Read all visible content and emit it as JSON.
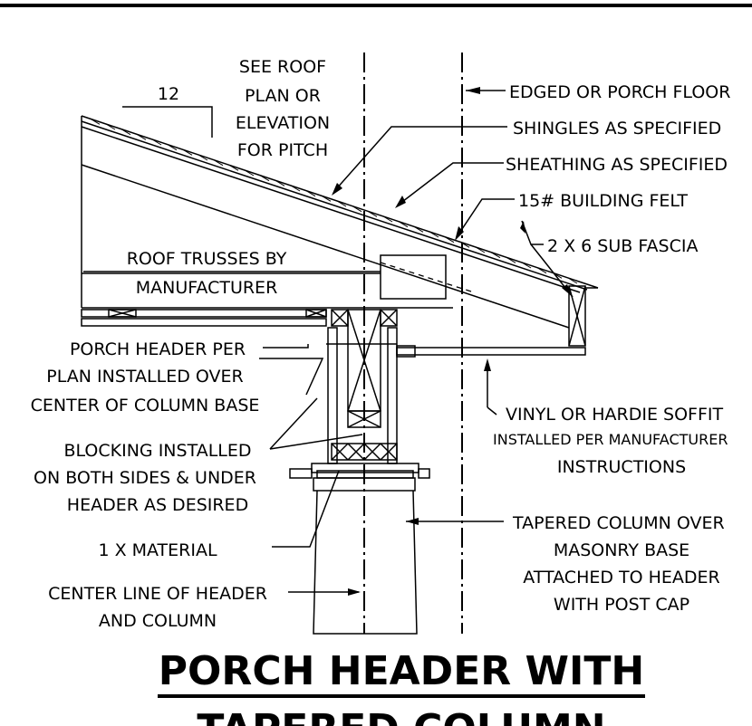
{
  "notes": {
    "pitch_rise": "12",
    "see_roof": [
      "SEE ROOF",
      "PLAN OR",
      "ELEVATION",
      "FOR PITCH"
    ],
    "edged": "EDGED OR PORCH FLOOR",
    "shingles": "SHINGLES AS SPECIFIED",
    "sheathing": "SHEATHING AS SPECIFIED",
    "felt": "15# BUILDING FELT",
    "sub_fascia": "2 X 6 SUB FASCIA",
    "trusses": [
      "ROOF TRUSSES BY",
      "MANUFACTURER"
    ],
    "porch_header": [
      "PORCH HEADER PER",
      "PLAN INSTALLED OVER",
      "CENTER OF COLUMN BASE"
    ],
    "soffit": [
      "VINYL OR HARDIE SOFFIT",
      "INSTALLED PER MANUFACTURER",
      "INSTRUCTIONS"
    ],
    "blocking": [
      "BLOCKING INSTALLED",
      "ON BOTH SIDES & UNDER",
      "HEADER AS DESIRED"
    ],
    "tapered": [
      "TAPERED COLUMN OVER",
      "MASONRY BASE",
      "ATTACHED TO HEADER",
      "WITH POST CAP"
    ],
    "material": "1 X MATERIAL",
    "centerline": [
      "CENTER LINE OF HEADER",
      "AND COLUMN"
    ]
  },
  "title": [
    "PORCH HEADER WITH",
    "TAPERED COLUMN"
  ]
}
